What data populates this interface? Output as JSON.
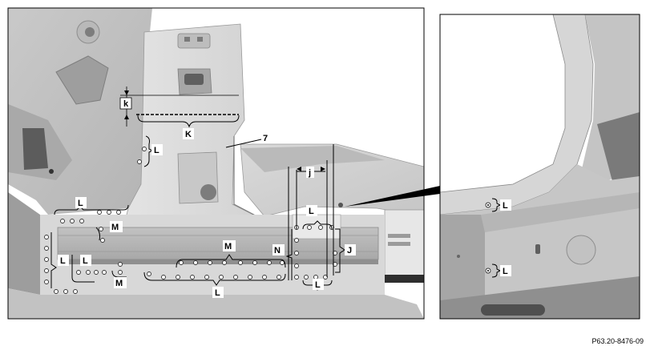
{
  "figure_id": "P63.20-8476-09",
  "labels": {
    "k": "k",
    "K": "K",
    "L": "L",
    "M": "M",
    "N": "N",
    "J": "J",
    "j": "j",
    "seven": "7"
  }
}
